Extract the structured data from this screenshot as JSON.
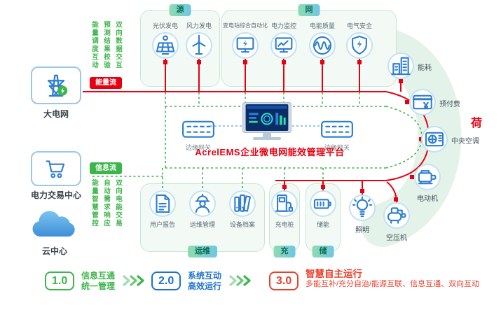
{
  "colors": {
    "energy_flow": "#e60012",
    "info_flow": "#3cb54a",
    "icon_blue": "#2e7fd0",
    "group_border": "#c4e8d2",
    "legend_green": "#3cb54a",
    "legend_blue": "#1d72cc",
    "legend_red": "#e8402e"
  },
  "left_nodes": [
    {
      "label": "大电网",
      "icon": "power-tower-icon"
    },
    {
      "label": "电力交易中心",
      "icon": "trade-cart-icon"
    },
    {
      "label": "云中心",
      "icon": "cloud-icon"
    }
  ],
  "flows": {
    "energy_tag": "能量流",
    "info_tag": "信息流",
    "top_vertical": [
      "双向数据交互",
      "预测结果校验",
      "能量调度互动"
    ],
    "bottom_vertical": [
      "双向电能交易",
      "自动需求响应",
      "能量智慧管控"
    ]
  },
  "groups": {
    "source": {
      "badge": "源",
      "items": [
        {
          "label": "光伏发电",
          "icon": "solar-panel-icon"
        },
        {
          "label": "风力发电",
          "icon": "wind-turbine-icon"
        }
      ]
    },
    "network": {
      "badge": "网",
      "items": [
        {
          "label": "变电站综合自动化",
          "icon": "substation-icon"
        },
        {
          "label": "电力监控",
          "icon": "power-monitor-icon"
        },
        {
          "label": "电能质量",
          "icon": "power-quality-icon"
        },
        {
          "label": "电气安全",
          "icon": "electrical-safety-icon"
        }
      ]
    },
    "ops": {
      "badge": "运维",
      "items": [
        {
          "label": "用户报告",
          "icon": "user-report-icon"
        },
        {
          "label": "运维管理",
          "icon": "om-management-icon"
        },
        {
          "label": "设备档案",
          "icon": "equipment-archive-icon"
        }
      ]
    },
    "charge": {
      "badge": "充",
      "items": [
        {
          "label": "充电桩",
          "icon": "charging-pile-icon"
        }
      ]
    },
    "storage": {
      "badge": "储",
      "items": [
        {
          "label": "储能",
          "icon": "energy-storage-icon"
        }
      ]
    }
  },
  "load": {
    "badge": "荷",
    "items": [
      {
        "label": "能耗",
        "icon": "energy-consumption-icon"
      },
      {
        "label": "预付费",
        "icon": "prepaid-icon"
      },
      {
        "label": "中央空调",
        "icon": "central-ac-icon"
      },
      {
        "label": "电动机",
        "icon": "motor-icon"
      },
      {
        "label": "空压机",
        "icon": "air-compressor-icon"
      },
      {
        "label": "照明",
        "icon": "lighting-icon"
      }
    ]
  },
  "center": {
    "platform": "AcrelEMS企业微电网能效管理平台",
    "gateways": [
      "边缘网关",
      "边缘网关"
    ]
  },
  "legend": [
    {
      "version": "1.0",
      "lines": [
        "信息互通",
        "统一管理"
      ]
    },
    {
      "version": "2.0",
      "lines": [
        "系统互动",
        "高效运行"
      ]
    },
    {
      "version": "3.0",
      "lines": [
        "智慧自主运行",
        "多能互补/充分自治/能源互联、信息互通、双向互动"
      ]
    }
  ]
}
